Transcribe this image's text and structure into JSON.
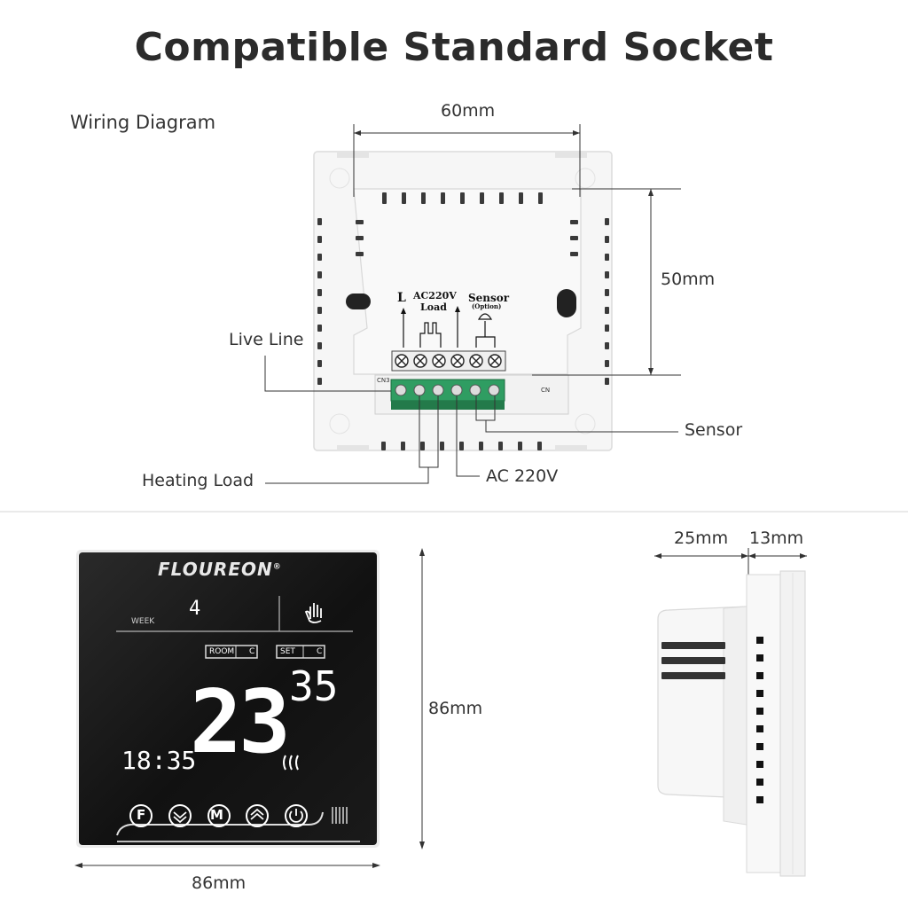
{
  "title": "Compatible Standard Socket",
  "wiring": {
    "heading": "Wiring Diagram",
    "dim_width": "60mm",
    "dim_height": "50mm",
    "labels": {
      "live_line": "Live Line",
      "sensor": "Sensor",
      "heating_load": "Heating Load",
      "ac220v": "AC 220V"
    },
    "pcb": {
      "l": "L",
      "ac220v": "AC220V",
      "load": "Load",
      "sensor": "Sensor",
      "option": "(Option)",
      "cn_left": "CN3",
      "cn_right": "CN"
    }
  },
  "front": {
    "brand": "FLOUREON",
    "brand_mark": "®",
    "week_label": "WEEK",
    "week_value": "4",
    "room_label": "ROOM",
    "room_unit": "C",
    "set_label": "SET",
    "set_unit": "C",
    "temp_main": "23",
    "temp_set": "35",
    "clock": "18:35",
    "buttons": [
      "F",
      "down",
      "M",
      "up",
      "power"
    ],
    "dim_width": "86mm",
    "dim_height": "86mm"
  },
  "side": {
    "dim_a": "25mm",
    "dim_b": "13mm"
  }
}
